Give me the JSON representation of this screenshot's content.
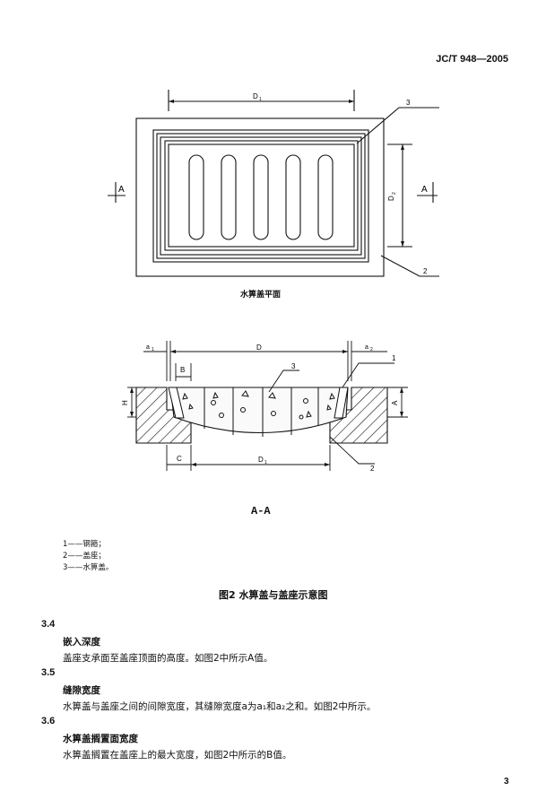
{
  "header": {
    "standard_code": "JC/T 948—2005"
  },
  "figure_top": {
    "caption": "水箅盖平面",
    "labels": {
      "d1": "D",
      "d1_sub": "1",
      "d2": "D",
      "d2_sub": "2",
      "callout_3": "3",
      "callout_2": "2",
      "section_a_left": "A",
      "section_a_right": "A"
    }
  },
  "figure_section": {
    "title": "A-A",
    "labels": {
      "a1": "a",
      "a1_sub": "1",
      "a2": "a",
      "a2_sub": "2",
      "d": "D",
      "b": "B",
      "h": "H",
      "a_dim": "A",
      "c": "C",
      "d1": "D",
      "d1_sub": "1",
      "callout_1": "1",
      "callout_2": "2",
      "callout_3": "3"
    }
  },
  "legend": [
    "1——钢箍；",
    "2——盖座；",
    "3——水箅盖。"
  ],
  "figure_caption": "图2   水箅盖与盖座示意图",
  "sections": [
    {
      "number": "3.4",
      "title": "嵌入深度",
      "body": "盖座支承面至盖座顶面的高度。如图2中所示A值。"
    },
    {
      "number": "3.5",
      "title": "缝隙宽度",
      "body": "水箅盖与盖座之间的间隙宽度，其缝隙宽度a为a₁和a₂之和。如图2中所示。"
    },
    {
      "number": "3.6",
      "title": "水箅盖搁置面宽度",
      "body": "水箅盖搁置在盖座上的最大宽度，如图2中所示的B值。"
    }
  ],
  "page_number": "3"
}
